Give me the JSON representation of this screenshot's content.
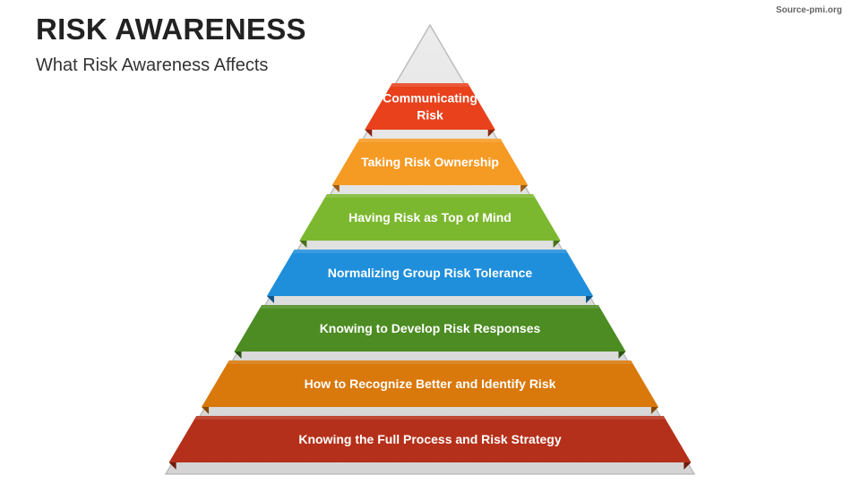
{
  "header": {
    "title": "RISK AWARENESS",
    "subtitle": "What Risk Awareness Affects",
    "source": "Source-pmi.org"
  },
  "pyramid": {
    "tip_color": "#d9d9d9",
    "levels": [
      {
        "lines": [
          "Communicating",
          "Risk"
        ],
        "color": "#e8411c",
        "shadow": "#8a2610"
      },
      {
        "lines": [
          "Taking Risk Ownership"
        ],
        "color": "#f59a23",
        "shadow": "#9a5a0e"
      },
      {
        "lines": [
          "Having Risk as Top of Mind"
        ],
        "color": "#7cb82f",
        "shadow": "#46701a"
      },
      {
        "lines": [
          "Normalizing Group Risk Tolerance"
        ],
        "color": "#1f8fdb",
        "shadow": "#0f5487"
      },
      {
        "lines": [
          "Knowing to Develop Risk Responses"
        ],
        "color": "#4c8c22",
        "shadow": "#2b5412"
      },
      {
        "lines": [
          "How to Recognize Better and Identify Risk"
        ],
        "color": "#d9780b",
        "shadow": "#874806"
      },
      {
        "lines": [
          "Knowing the Full Process and Risk Strategy"
        ],
        "color": "#b5301a",
        "shadow": "#6e1a0c"
      }
    ]
  }
}
